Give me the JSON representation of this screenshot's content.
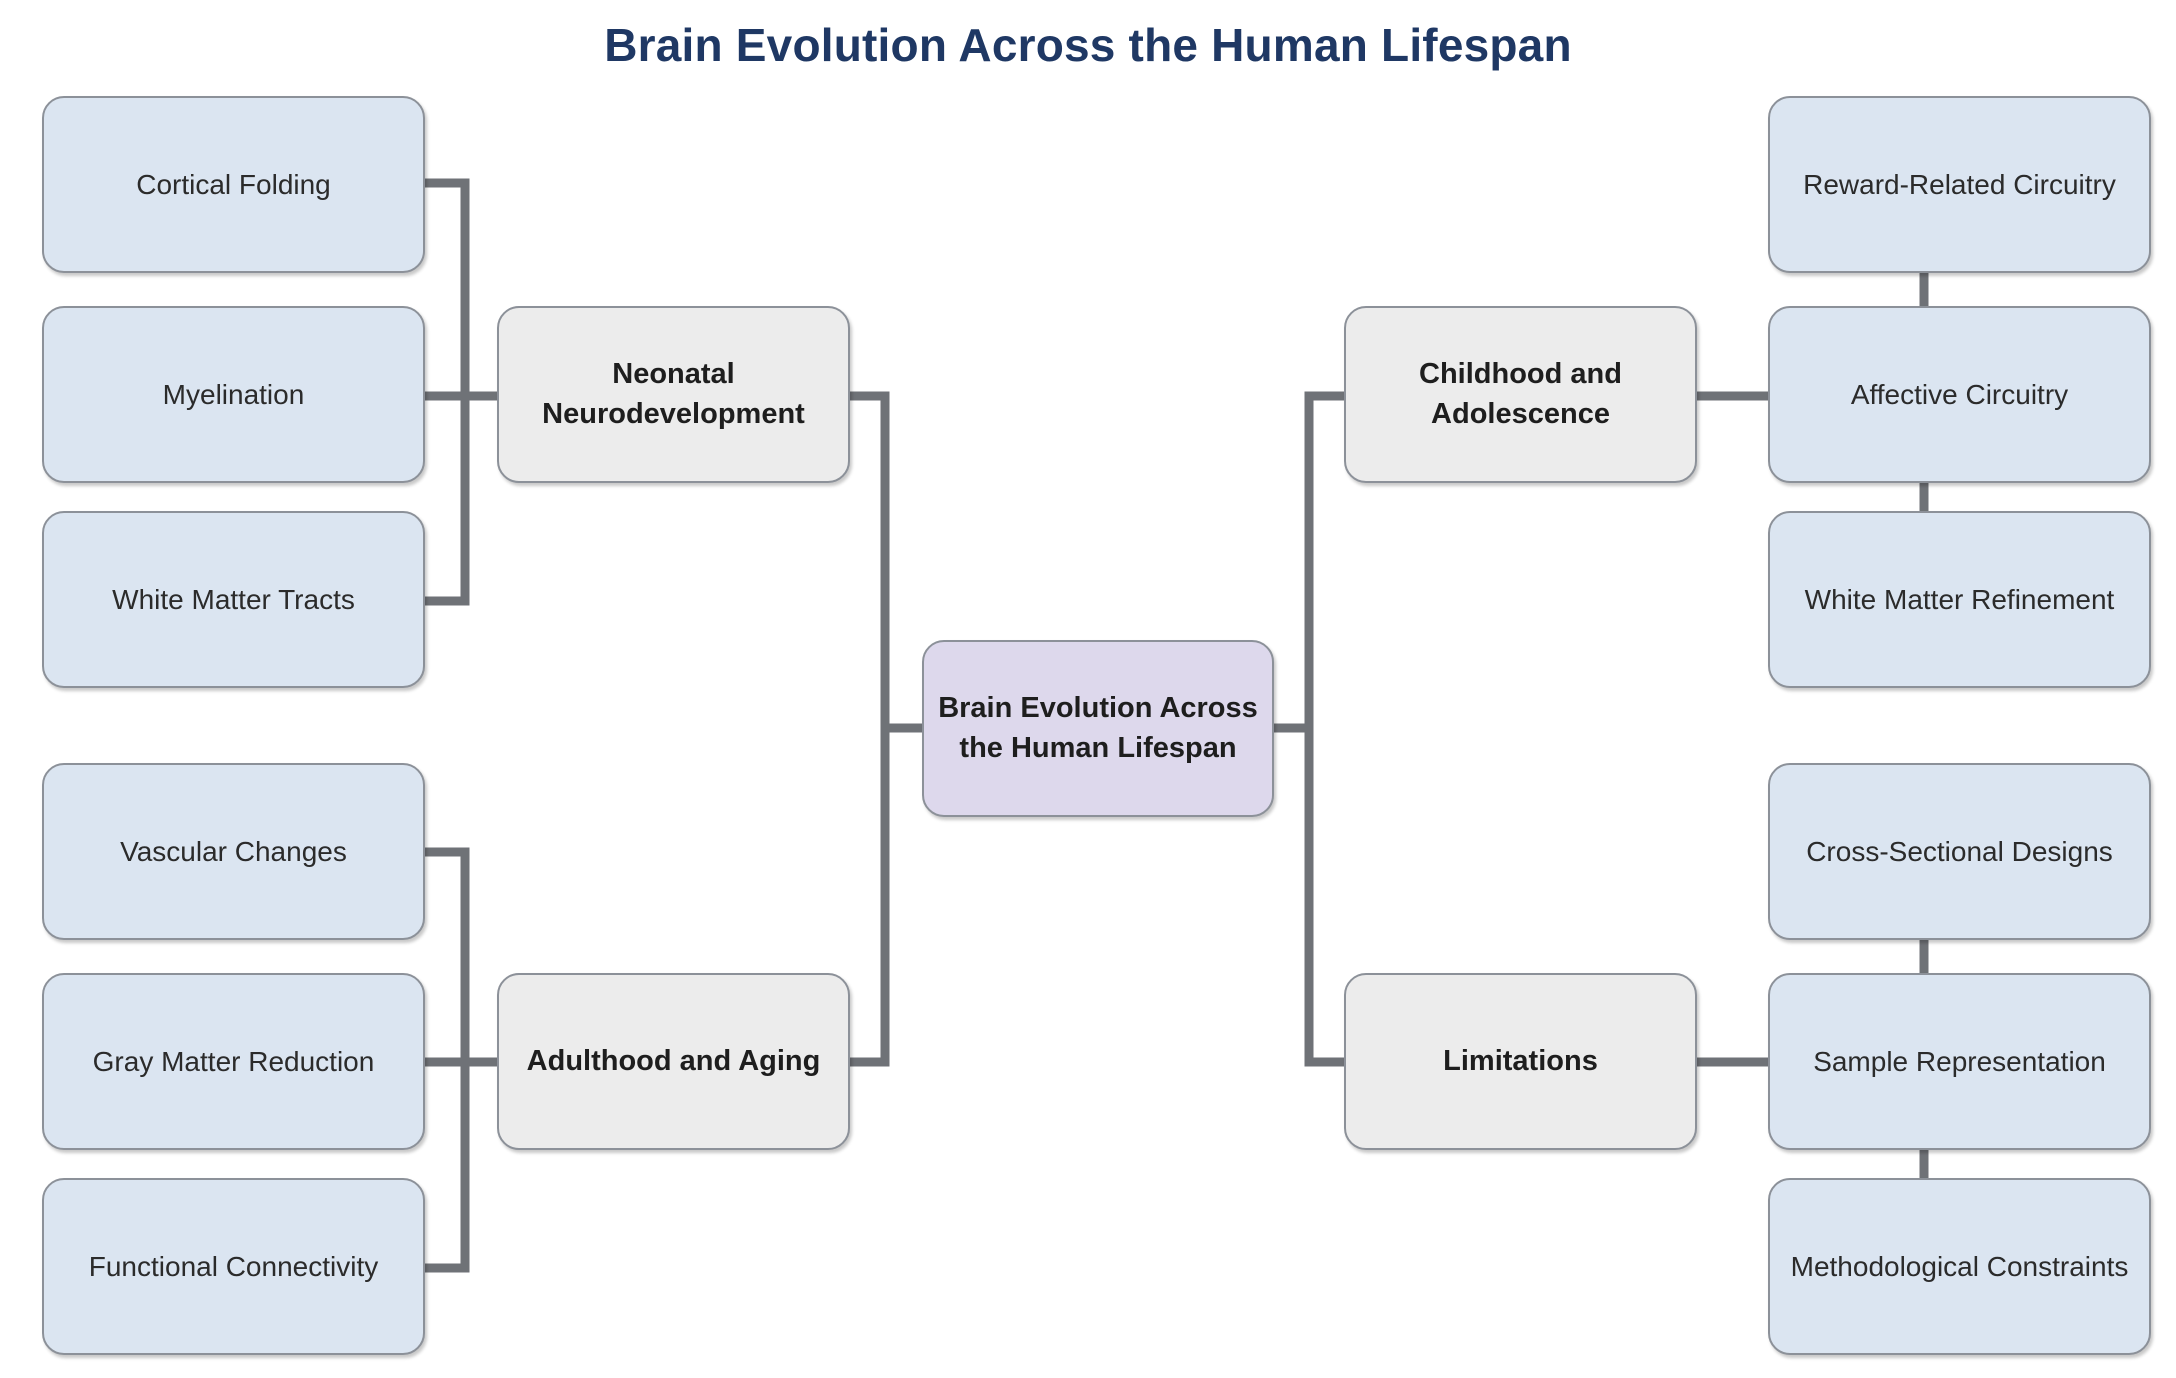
{
  "title": "Brain Evolution Across the Human Lifespan",
  "colors": {
    "title": "#1f3864",
    "leaf_fill": "#dbe5f1",
    "branch_fill": "#ececec",
    "root_fill": "#ddd8ec",
    "border": "#8c9199",
    "connector": "#6f7277"
  },
  "root": {
    "label": "Brain Evolution Across the Human Lifespan"
  },
  "branches": {
    "neonatal": {
      "label": "Neonatal Neurodevelopment",
      "children": [
        "Cortical Folding",
        "Myelination",
        "White Matter Tracts"
      ]
    },
    "adulthood": {
      "label": "Adulthood and Aging",
      "children": [
        "Vascular Changes",
        "Gray Matter Reduction",
        "Functional Connectivity"
      ]
    },
    "childhood": {
      "label": "Childhood and Adolescence",
      "children": [
        "Reward-Related Circuitry",
        "Affective Circuitry",
        "White Matter Refinement"
      ]
    },
    "limitations": {
      "label": "Limitations",
      "children": [
        "Cross-Sectional Designs",
        "Sample Representation",
        "Methodological Constraints"
      ]
    }
  }
}
